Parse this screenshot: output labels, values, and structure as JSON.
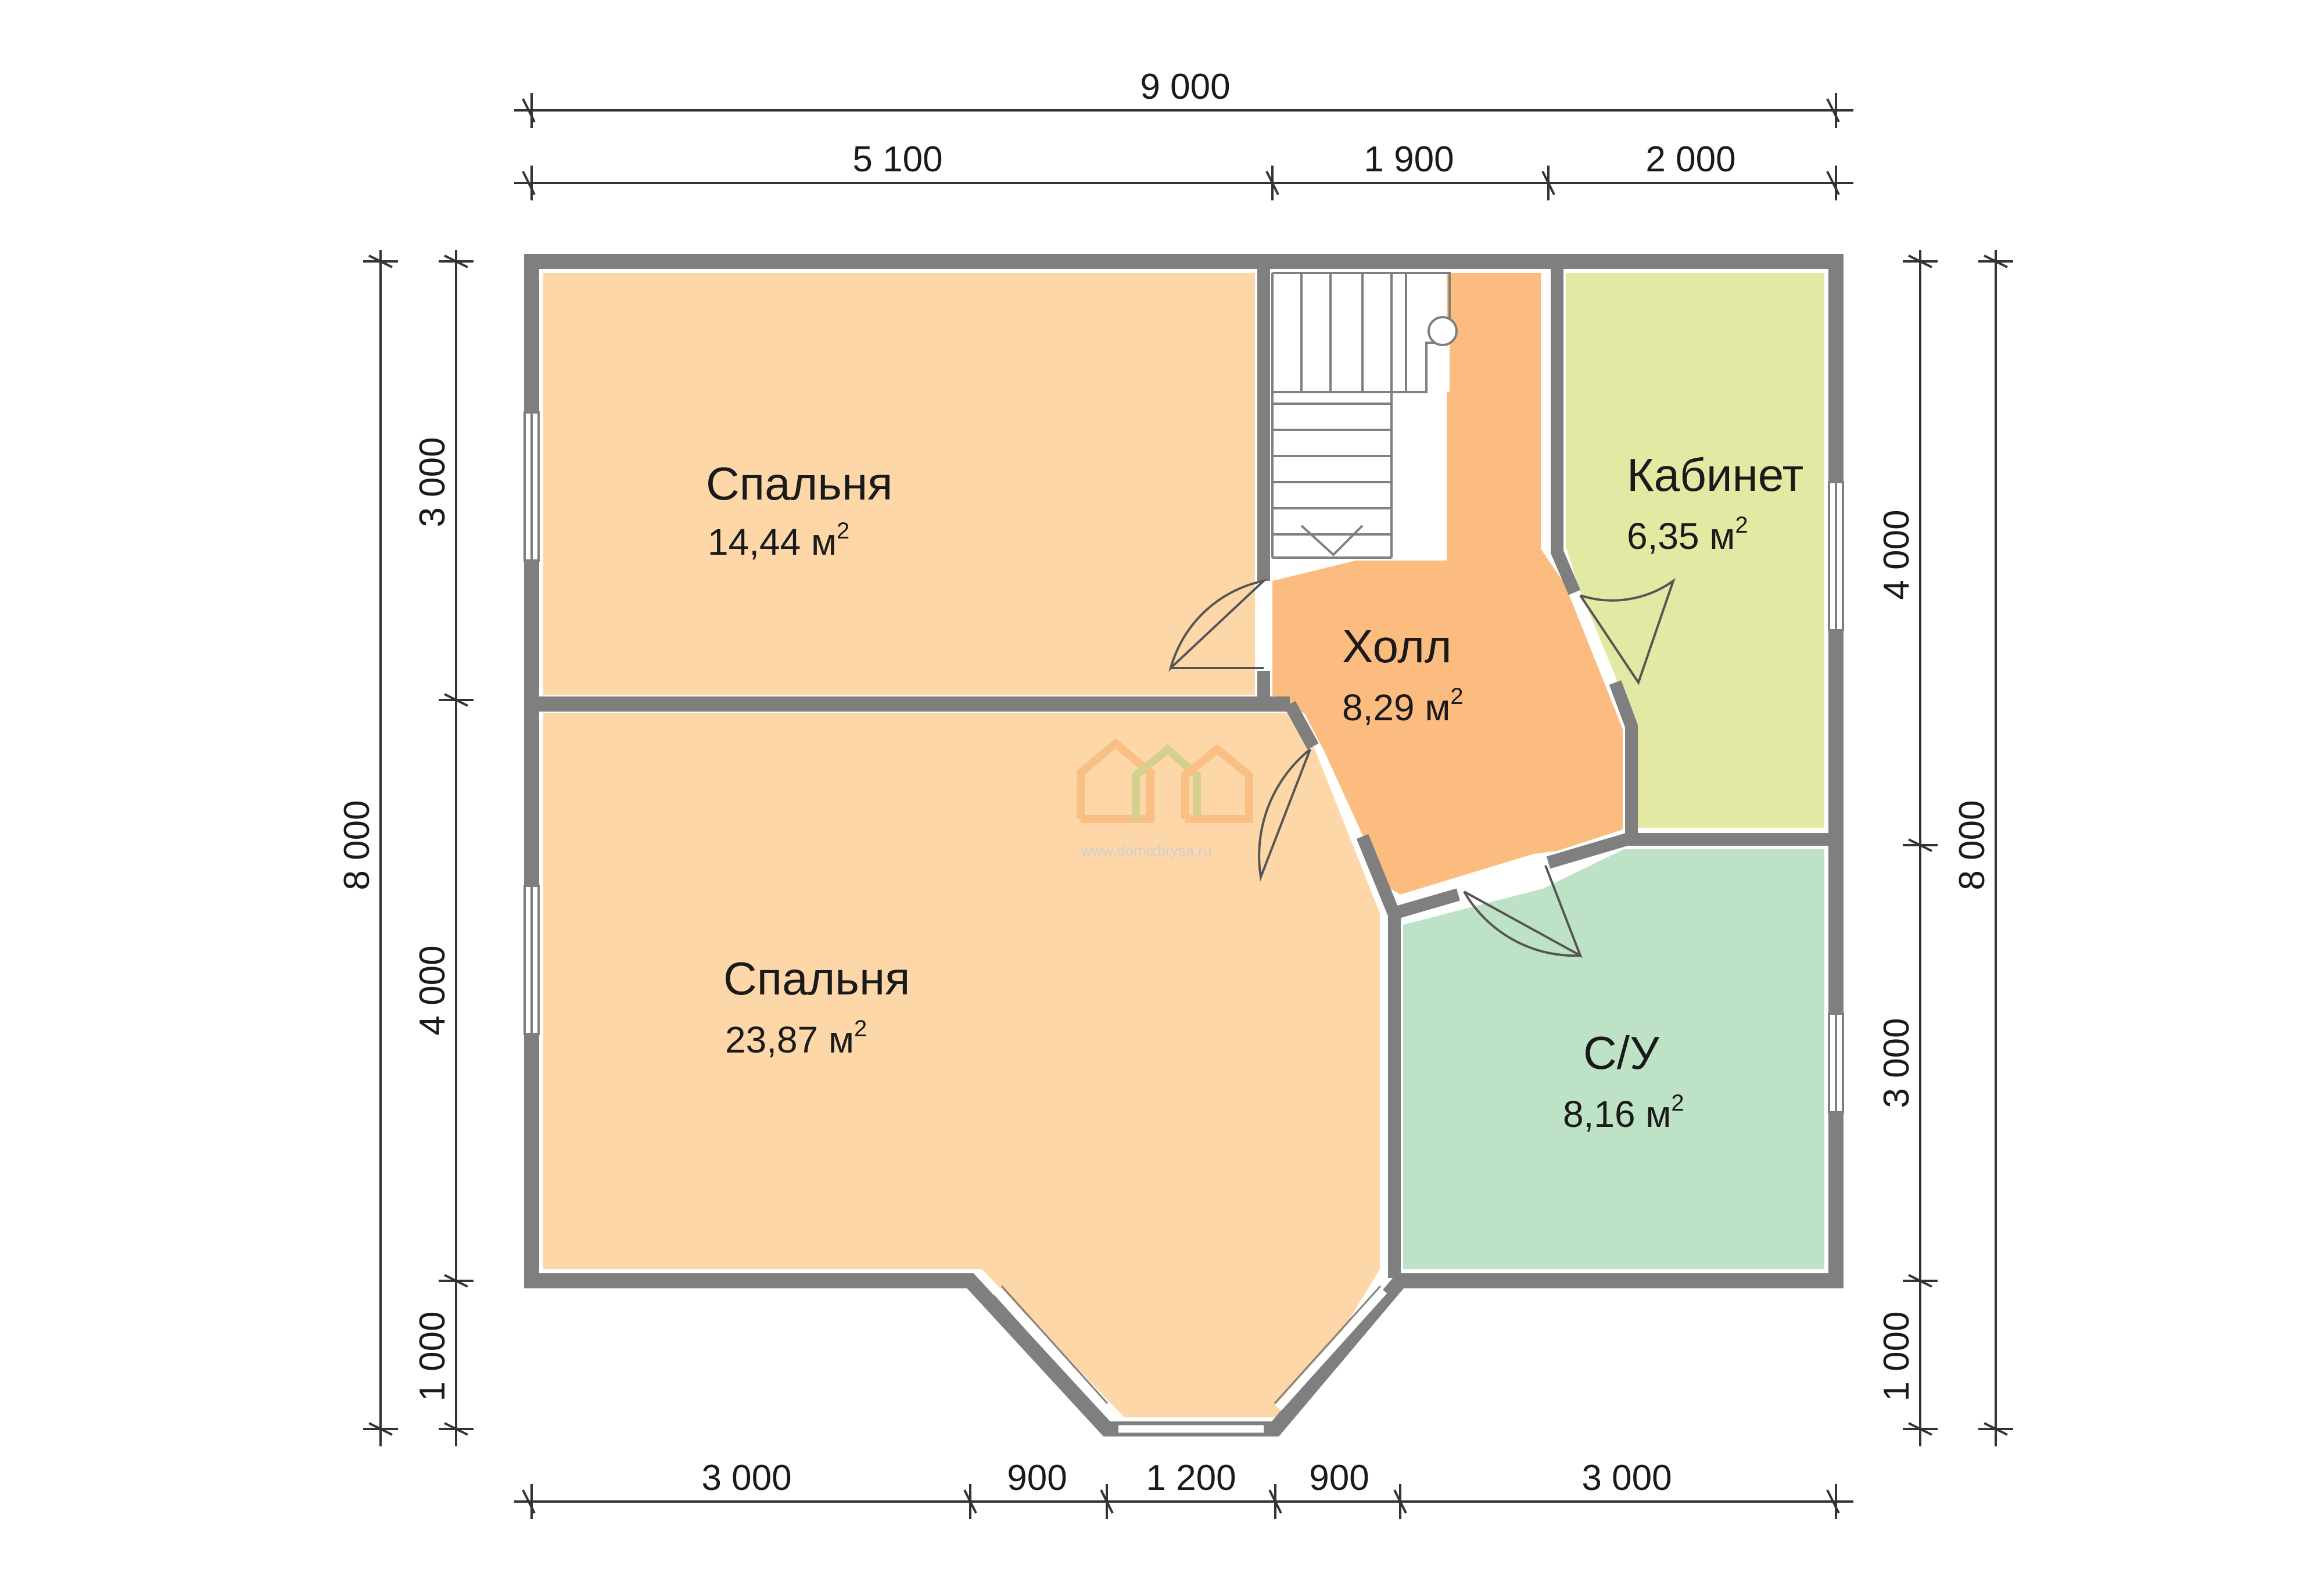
{
  "dimensions": {
    "top_total": "9 000",
    "top_segments": [
      "5 100",
      "1 900",
      "2 000"
    ],
    "bottom_segments": [
      "3 000",
      "900",
      "1 200",
      "900",
      "3 000"
    ],
    "left_total": "8 000",
    "left_segments": [
      "3 000",
      "4 000",
      "1 000"
    ],
    "right_total": "8 000",
    "right_segments": [
      "4 000",
      "3 000",
      "1 000"
    ]
  },
  "rooms": {
    "bedroom_top": {
      "name": "Спальня",
      "area": "14,44 м",
      "unit_sup": "2"
    },
    "bedroom_bottom": {
      "name": "Спальня",
      "area": "23,87 м",
      "unit_sup": "2"
    },
    "hall": {
      "name": "Холл",
      "area": "8,29 м",
      "unit_sup": "2"
    },
    "office": {
      "name": "Кабинет",
      "area": "6,35 м",
      "unit_sup": "2"
    },
    "bathroom": {
      "name": "С/У",
      "area": "8,16 м",
      "unit_sup": "2"
    }
  },
  "watermark": {
    "text": "www.domizbrysa.ru"
  },
  "colors": {
    "wall": "#7f7f7f",
    "bedroom": "#fdd7a8",
    "hall": "#fdbc7f",
    "office": "#e3e8a3",
    "bathroom": "#bde2c6"
  }
}
